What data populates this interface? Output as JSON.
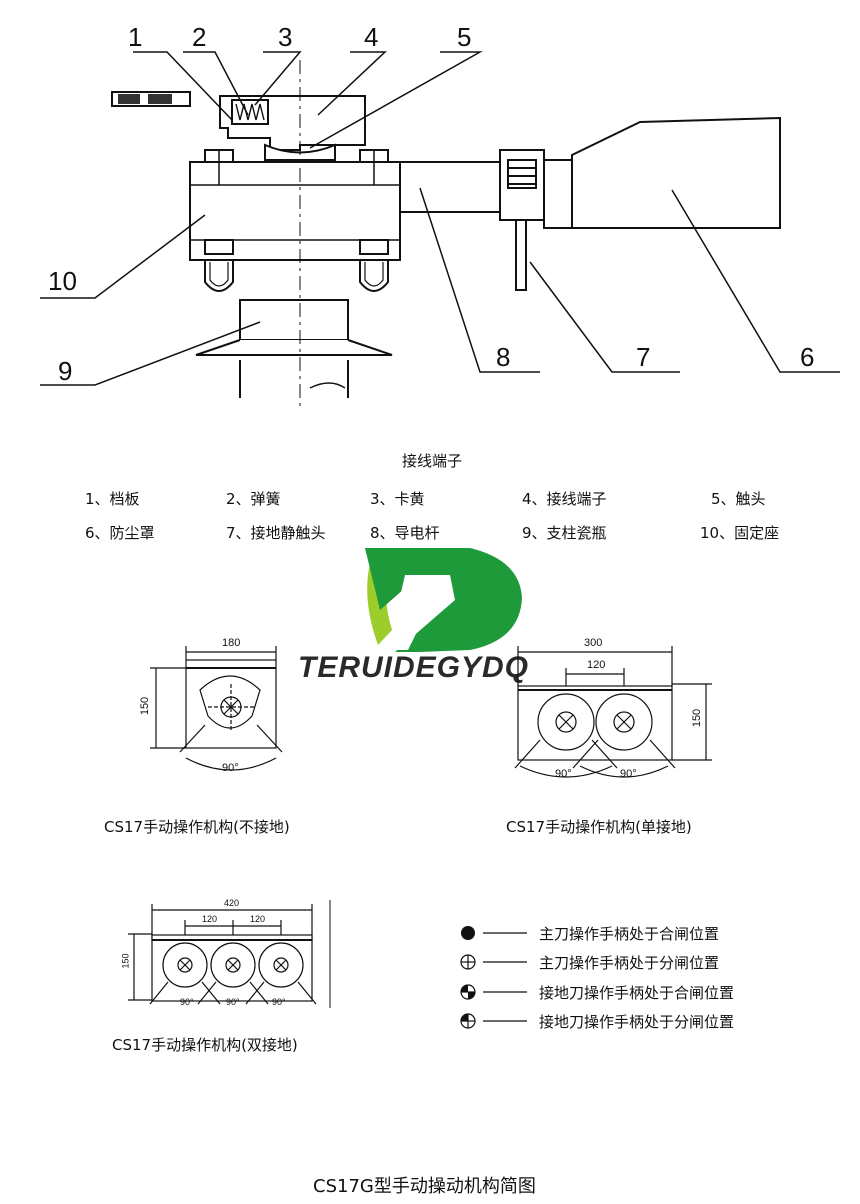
{
  "top_diagram": {
    "part_numbers": [
      "1",
      "2",
      "3",
      "4",
      "5",
      "6",
      "7",
      "8",
      "9",
      "10"
    ],
    "section_title": "接线端子",
    "legend": [
      "1、档板",
      "2、弹簧",
      "3、卡黄",
      "4、接线端子",
      "5、触头",
      "6、防尘罩",
      "7、接地静触头",
      "8、导电杆",
      "9、支柱瓷瓶",
      "10、固定座"
    ]
  },
  "logo": {
    "text": "TERUIDEGYDQ",
    "colors": {
      "green": "#1f9a3b",
      "lime": "#9ccd2a"
    }
  },
  "mechanisms": {
    "single": {
      "caption": "CS17手动操作机构(不接地)",
      "width": "180",
      "height": "150",
      "angle": "90°"
    },
    "double": {
      "caption": "CS17手动操作机构(单接地)",
      "width": "300",
      "spacing": "120",
      "height": "150",
      "angle1": "90°",
      "angle2": "90°"
    },
    "triple": {
      "caption": "CS17手动操作机构(双接地)",
      "width": "420",
      "spacing1": "120",
      "spacing2": "120",
      "height": "150",
      "angle1": "90°",
      "angle2": "90°",
      "angle3": "90°"
    }
  },
  "symbols": [
    {
      "icon": "filled-circle-icon",
      "text": "主刀操作手柄处于合闸位置"
    },
    {
      "icon": "crossed-circle-icon",
      "text": "主刀操作手柄处于分闸位置"
    },
    {
      "icon": "quarter-filled-circle-icon",
      "text": "接地刀操作手柄处于合闸位置"
    },
    {
      "icon": "half-crossed-circle-icon",
      "text": "接地刀操作手柄处于分闸位置"
    }
  ],
  "footer_title": "CS17G型手动操动机构简图"
}
